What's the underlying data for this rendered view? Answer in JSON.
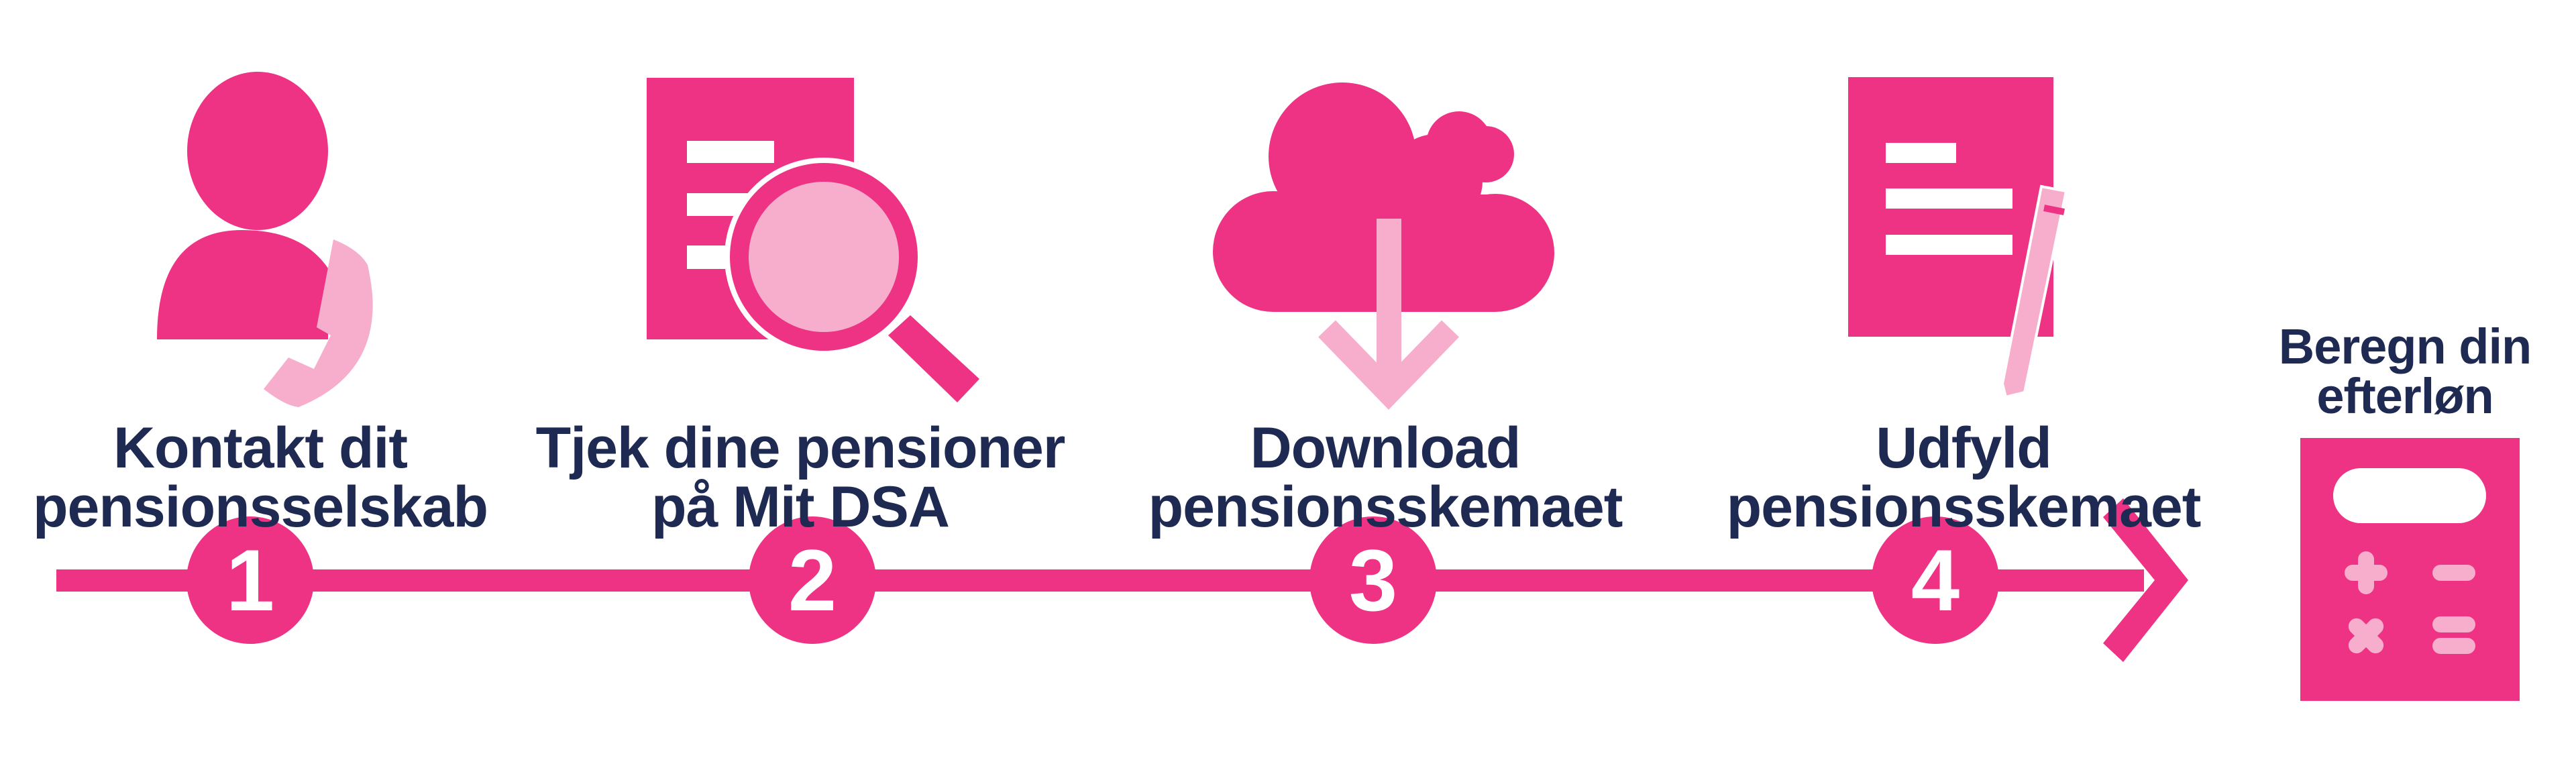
{
  "colors": {
    "accent": "#EE3384",
    "accent_light": "#F7AECD",
    "text": "#1F2A52"
  },
  "steps": [
    {
      "number": "1",
      "line1": "Kontakt dit",
      "line2": "pensionsselskab",
      "icon": "person-phone-icon"
    },
    {
      "number": "2",
      "line1": "Tjek dine pensioner",
      "line2": "på Mit DSA",
      "icon": "document-search-icon"
    },
    {
      "number": "3",
      "line1": "Download",
      "line2": "pensionsskemaet",
      "icon": "cloud-download-icon"
    },
    {
      "number": "4",
      "line1": "Udfyld",
      "line2": "pensionsskemaet",
      "icon": "document-pencil-icon"
    }
  ],
  "final": {
    "line1": "Beregn din",
    "line2": "efterløn",
    "icon": "calculator-icon"
  }
}
